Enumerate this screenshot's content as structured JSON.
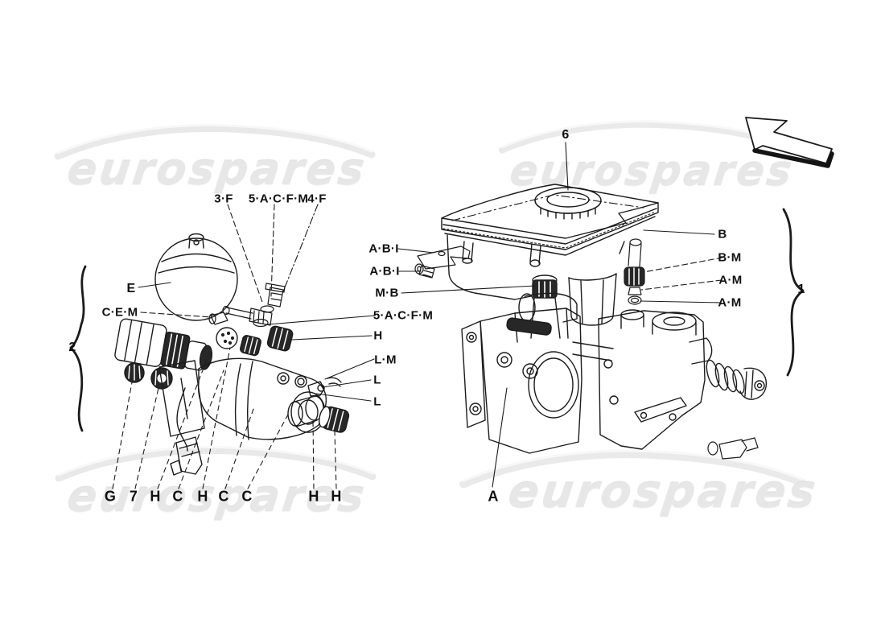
{
  "watermark": {
    "text": "eurospares"
  },
  "colors": {
    "ink": "#1b1b1b",
    "watermark_gray": "#e7e7e7",
    "background": "#ffffff"
  },
  "labels": {
    "l3f": "3·F",
    "l5acfm_top": "5·A·C·F·M",
    "l4f": "4·F",
    "l6": "6",
    "lE": "E",
    "lCEM": "C·E·M",
    "l2": "2",
    "lABI1": "A·B·I",
    "lABI2": "A·B·I",
    "lMB": "M·B",
    "l5acfm_mid": "5·A·C·F·M",
    "lHmid": "H",
    "lLM": "L·M",
    "lL1": "L",
    "lL2": "L",
    "lB": "B",
    "lBM": "B·M",
    "lAM1": "A·M",
    "lAM2": "A·M",
    "l1": "1",
    "lG": "G",
    "l7": "7",
    "lHb1": "H",
    "lCb1": "C",
    "lHb2": "H",
    "lCb2": "C",
    "lCb3": "C",
    "lHb3": "H",
    "lHb4": "H",
    "lA": "A"
  }
}
